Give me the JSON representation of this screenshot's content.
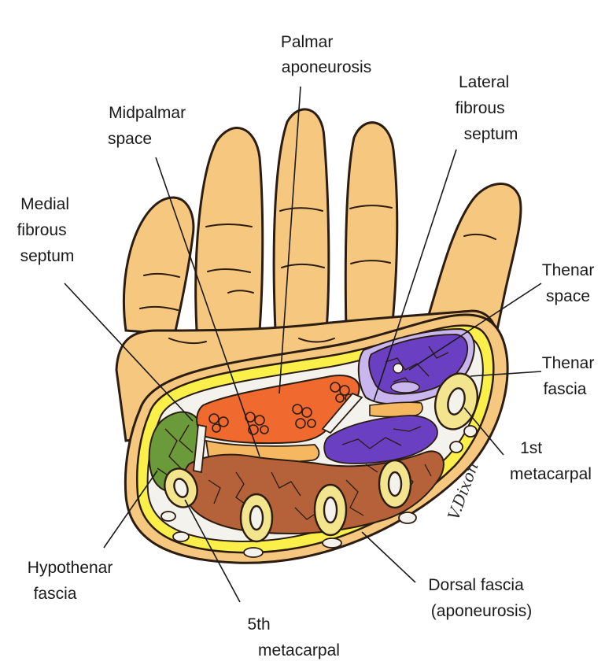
{
  "labels": {
    "palmar_aponeurosis": [
      "Palmar",
      "aponeurosis"
    ],
    "midpalmar_space": [
      "Midpalmar",
      "space"
    ],
    "lateral_fibrous_septum": [
      "Lateral",
      "fibrous",
      "septum"
    ],
    "medial_fibrous_septum": [
      "Medial",
      "fibrous",
      "septum"
    ],
    "thenar_space": [
      "Thenar",
      "space"
    ],
    "thenar_fascia": [
      "Thenar",
      "fascia"
    ],
    "first_metacarpal": [
      "1st",
      "metacarpal"
    ],
    "hypothenar_fascia": [
      "Hypothenar",
      "fascia"
    ],
    "fifth_metacarpal": [
      "5th",
      "metacarpal"
    ],
    "dorsal_fascia": [
      "Dorsal fascia",
      "(aponeurosis)"
    ]
  },
  "signature": "V.Dixon",
  "colors": {
    "skin": "#f6c77e",
    "skin_outline": "#2b1d12",
    "fascia_yellow": "#fbf04a",
    "midpalmar_orange": "#f0692e",
    "tendon_orange_light": "#f5b860",
    "thenar_space_lavender": "#c9b6ee",
    "thenar_muscle_purple": "#6a3fc1",
    "muscle_brown": "#b5613a",
    "hypothenar_green": "#6b9a3a",
    "bone": "#f3e48e",
    "space_white": "#f4f2ec"
  }
}
